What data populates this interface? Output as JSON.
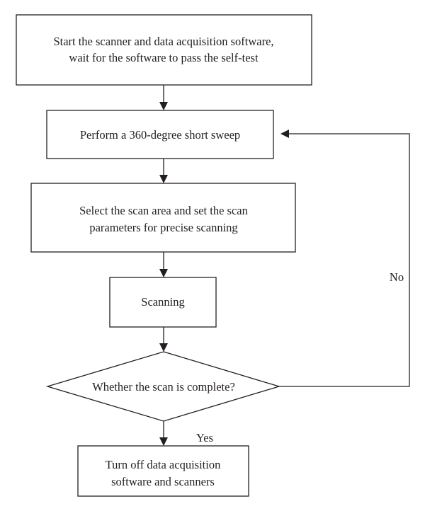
{
  "flowchart": {
    "nodes": {
      "start": {
        "lines": [
          "Start the scanner and data acquisition software,",
          "wait for the software to pass the self-test"
        ]
      },
      "sweep": {
        "lines": [
          "Perform a 360-degree short sweep"
        ]
      },
      "select": {
        "lines": [
          "Select the scan area and set the scan",
          "parameters for precise scanning"
        ]
      },
      "scanning": {
        "lines": [
          "Scanning"
        ]
      },
      "decision": {
        "lines": [
          "Whether the scan is complete?"
        ]
      },
      "end": {
        "lines": [
          "Turn off data acquisition",
          "software and scanners"
        ]
      }
    },
    "edges": {
      "no_label": "No",
      "yes_label": "Yes"
    },
    "colors": {
      "stroke": "#231f20",
      "fill": "#ffffff"
    }
  }
}
